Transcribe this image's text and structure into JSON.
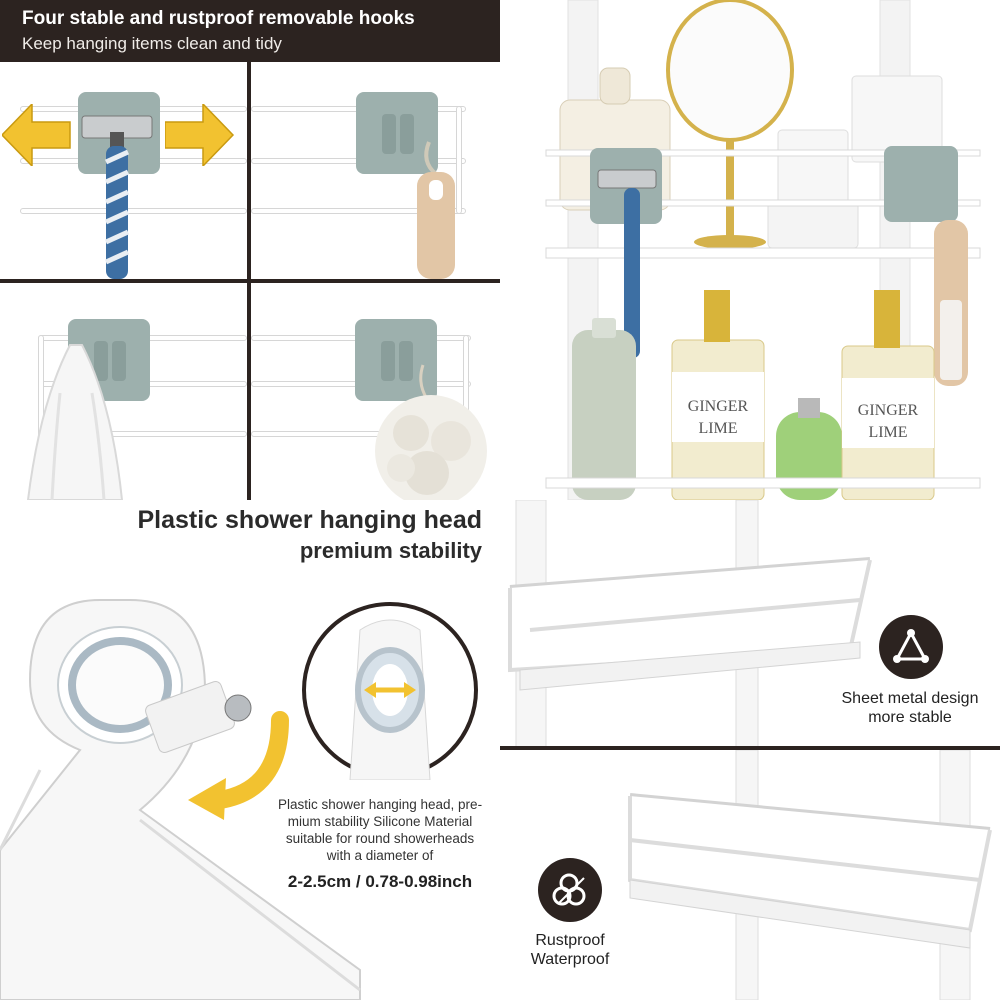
{
  "header": {
    "title": "Four stable and rustproof removable hooks",
    "subtitle": "Keep hanging items clean and tidy"
  },
  "shower_head": {
    "heading": "Plastic shower hanging head",
    "subheading": "premium stability",
    "description_lines": [
      "Plastic shower hanging head, pre-",
      "mium stability Silicone Material",
      "suitable for round showerheads",
      "with a diameter of"
    ],
    "diameter": "2-2.5cm / 0.78-0.98inch"
  },
  "features": {
    "sheet_metal": {
      "line1": "Sheet metal design",
      "line2": "more stable",
      "icon": "triangle-icon"
    },
    "rustproof": {
      "line1": "Rustproof",
      "line2": "Waterproof",
      "icon": "tubes-icon"
    }
  },
  "labels": {
    "bottle1_line1": "GINGER",
    "bottle1_line2": "LIME",
    "bottle2_line1": "GINGER",
    "bottle2_line2": "LIME"
  },
  "colors": {
    "dark": "#2c2320",
    "arrow_yellow": "#f2c230",
    "hook_gray": "#9db0ad"
  }
}
